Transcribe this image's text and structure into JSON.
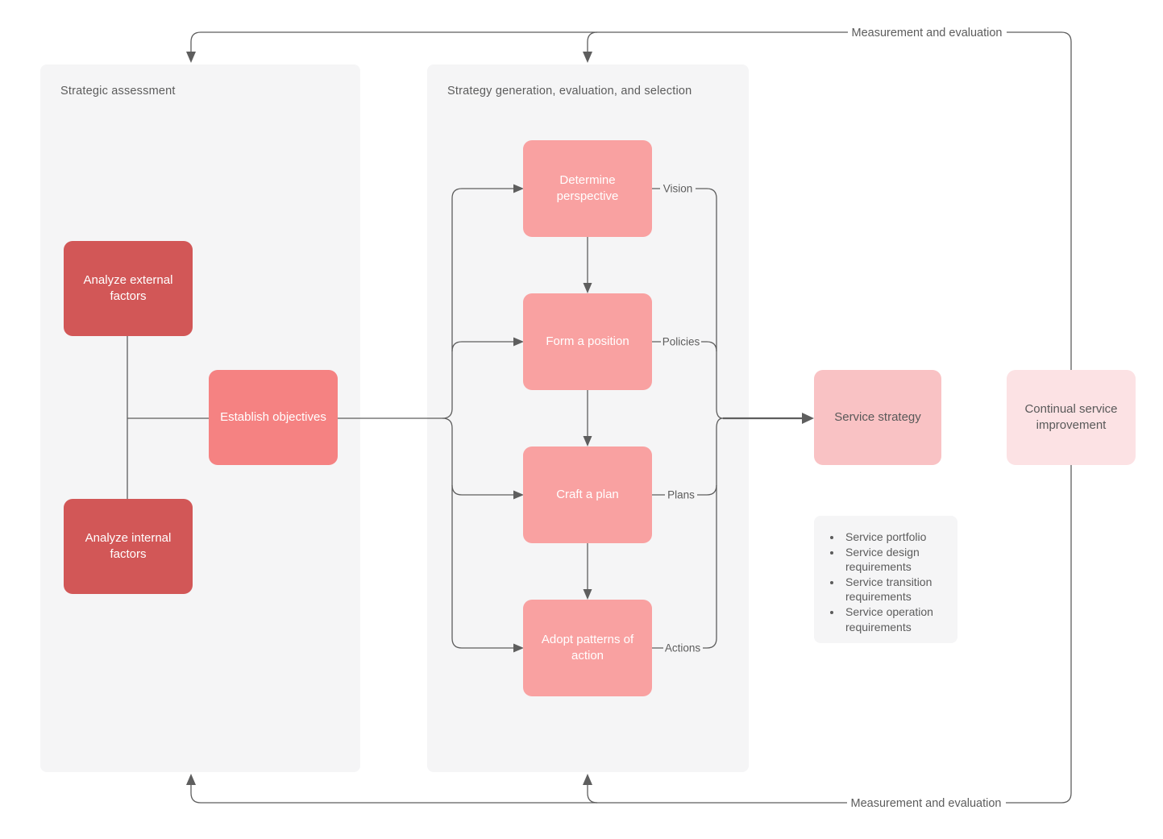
{
  "containers": {
    "assessment": {
      "title": "Strategic assessment"
    },
    "generation": {
      "title": "Strategy generation, evaluation, and selection"
    }
  },
  "nodes": {
    "analyze_external": {
      "label": "Analyze external factors"
    },
    "analyze_internal": {
      "label": "Analyze internal factors"
    },
    "establish_objectives": {
      "label": "Establish objectives"
    },
    "determine_perspective": {
      "label": "Determine perspective"
    },
    "form_position": {
      "label": "Form a position"
    },
    "craft_plan": {
      "label": "Craft a plan"
    },
    "adopt_patterns": {
      "label": "Adopt patterns of action"
    },
    "service_strategy": {
      "label": "Service strategy"
    },
    "continual_improvement": {
      "label": "Continual service improvement"
    }
  },
  "edge_labels": {
    "vision": "Vision",
    "policies": "Policies",
    "plans": "Plans",
    "actions": "Actions"
  },
  "feedback": {
    "top_label": "Measurement and evaluation",
    "bottom_label": "Measurement and evaluation"
  },
  "outputs": {
    "items": [
      "Service portfolio",
      "Service design requirements",
      "Service transition requirements",
      "Service operation requirements"
    ]
  },
  "colors": {
    "dark_red": "#d25757",
    "salmon": "#f58282",
    "pink": "#f9a1a1",
    "light_pink": "#f9c2c4",
    "pale_pink": "#fce2e4",
    "container_gray": "#f5f5f6",
    "line_gray": "#5e5e5e",
    "text_gray": "#5c5c5c"
  }
}
